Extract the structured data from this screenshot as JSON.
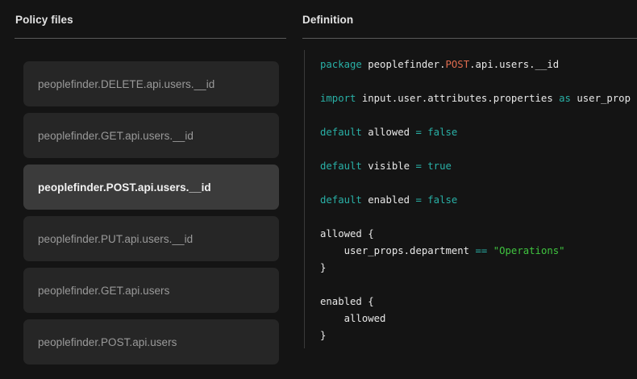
{
  "theme": {
    "background": "#141414",
    "panel_title_color": "#e3e3e3",
    "rule_color": "#5a5a5a",
    "divider_color": "#3a3a3a",
    "item_bg": "#262626",
    "item_bg_selected": "#3b3b3b",
    "item_text": "#9a9a9a",
    "item_text_selected": "#f2f2f2",
    "code_keyword": "#29b0a6",
    "code_package_method": "#e06c4f",
    "code_string": "#3fc43f",
    "code_plain": "#e8e8e8"
  },
  "left_panel": {
    "title": "Policy files",
    "items": [
      {
        "label": "peoplefinder.DELETE.api.users.__id",
        "selected": false
      },
      {
        "label": "peoplefinder.GET.api.users.__id",
        "selected": false
      },
      {
        "label": "peoplefinder.POST.api.users.__id",
        "selected": true
      },
      {
        "label": "peoplefinder.PUT.api.users.__id",
        "selected": false
      },
      {
        "label": "peoplefinder.GET.api.users",
        "selected": false
      },
      {
        "label": "peoplefinder.POST.api.users",
        "selected": false
      }
    ]
  },
  "right_panel": {
    "title": "Definition",
    "code_lines": [
      [
        {
          "t": "package ",
          "c": "kw"
        },
        {
          "t": "peoplefinder.",
          "c": "plain"
        },
        {
          "t": "POST",
          "c": "pkg"
        },
        {
          "t": ".api.users.__id",
          "c": "plain"
        }
      ],
      [],
      [
        {
          "t": "import ",
          "c": "kw"
        },
        {
          "t": "input.user.attributes.properties ",
          "c": "plain"
        },
        {
          "t": "as ",
          "c": "kw"
        },
        {
          "t": "user_props",
          "c": "plain"
        }
      ],
      [],
      [
        {
          "t": "default ",
          "c": "kw"
        },
        {
          "t": "allowed ",
          "c": "plain"
        },
        {
          "t": "= ",
          "c": "op"
        },
        {
          "t": "false",
          "c": "bool"
        }
      ],
      [],
      [
        {
          "t": "default ",
          "c": "kw"
        },
        {
          "t": "visible ",
          "c": "plain"
        },
        {
          "t": "= ",
          "c": "op"
        },
        {
          "t": "true",
          "c": "bool"
        }
      ],
      [],
      [
        {
          "t": "default ",
          "c": "kw"
        },
        {
          "t": "enabled ",
          "c": "plain"
        },
        {
          "t": "= ",
          "c": "op"
        },
        {
          "t": "false",
          "c": "bool"
        }
      ],
      [],
      [
        {
          "t": "allowed {",
          "c": "plain"
        }
      ],
      [
        {
          "t": "    user_props.department ",
          "c": "plain"
        },
        {
          "t": "== ",
          "c": "op"
        },
        {
          "t": "\"Operations\"",
          "c": "str"
        }
      ],
      [
        {
          "t": "}",
          "c": "plain"
        }
      ],
      [],
      [
        {
          "t": "enabled {",
          "c": "plain"
        }
      ],
      [
        {
          "t": "    allowed",
          "c": "plain"
        }
      ],
      [
        {
          "t": "}",
          "c": "plain"
        }
      ]
    ]
  }
}
